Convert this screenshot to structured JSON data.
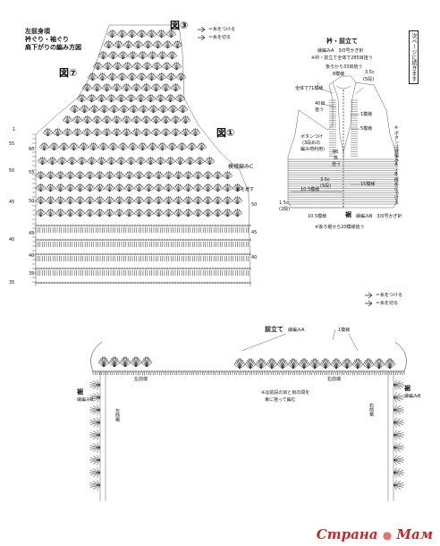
{
  "top_left": {
    "title_lines": [
      "左前身頃",
      "衿ぐり・袖ぐり",
      "肩下がりの編み方図"
    ],
    "fig3": "図③",
    "fig7": "図⑦",
    "fig1": "図①",
    "pattern_c": "模様編みC",
    "thread_attach": "糸を渡す",
    "left_numbers": [
      "1",
      "55",
      "50",
      "45",
      "40",
      "35"
    ],
    "row_numbers": [
      "60",
      "55",
      "50",
      "45",
      "40",
      "35"
    ],
    "right_numbers": [
      "50",
      "45",
      "40"
    ]
  },
  "legend_top": {
    "attach": "＝糸をつける",
    "cut": "＝糸を切る"
  },
  "collar": {
    "title": "衿・前立て",
    "pattern_a": "縁編みA　3/0号かぎ針",
    "note_total": "※衿・前立て全体で285目拾う",
    "back_pickup": "後ろから33目拾う",
    "pattern_8": "8模様",
    "size_35c": "3.5c",
    "rows_5": "(5段)",
    "whole_71": "全体で71模様",
    "stitches_40": "40目",
    "pickup": "拾う",
    "pattern_1": "1模様",
    "pattern_5": "5模様",
    "button_note": [
      "ボタンつけ",
      "(3段めの",
      "編み地利用)"
    ],
    "stitches_86": [
      "86",
      "目",
      "拾う"
    ],
    "pattern_15": "15模様",
    "size_10_5": "10.5模様",
    "size_35c_b": "3.5c",
    "rows_5b": "(5段)",
    "size_15c": "1.5c",
    "rows_2": "(2段)",
    "hem_10_5": "10.5模様",
    "hem_label": "裾",
    "pattern_b": "縁編みB　3/0号かぎ針",
    "hem_note": "※後ろ裾から20模様拾う",
    "side_note": "※ボタンは縁編みA・B段めにつける"
  },
  "next_page_box": "次ページに続きます",
  "legend_bottom": {
    "attach": "＝糸をつける",
    "cut": "＝糸を切る"
  },
  "bottom": {
    "front_placket": "前立て",
    "edging_a": "縁編みA",
    "pattern_1": "1模様",
    "left_front_edge": "左前端",
    "right_front_edge": "右前端",
    "hem_left": "裾",
    "edging_b_left": "縁編みB",
    "left_front_hem": "左前裾",
    "right_front_hem": "右前裾",
    "hem_right": "裾",
    "edging_b_right": "縁編みB",
    "note": [
      "※は前段の目と目の間を",
      "束に拾って編む"
    ]
  },
  "watermark": {
    "text1": "Страна",
    "dot": "●",
    "text2": "Мам"
  }
}
